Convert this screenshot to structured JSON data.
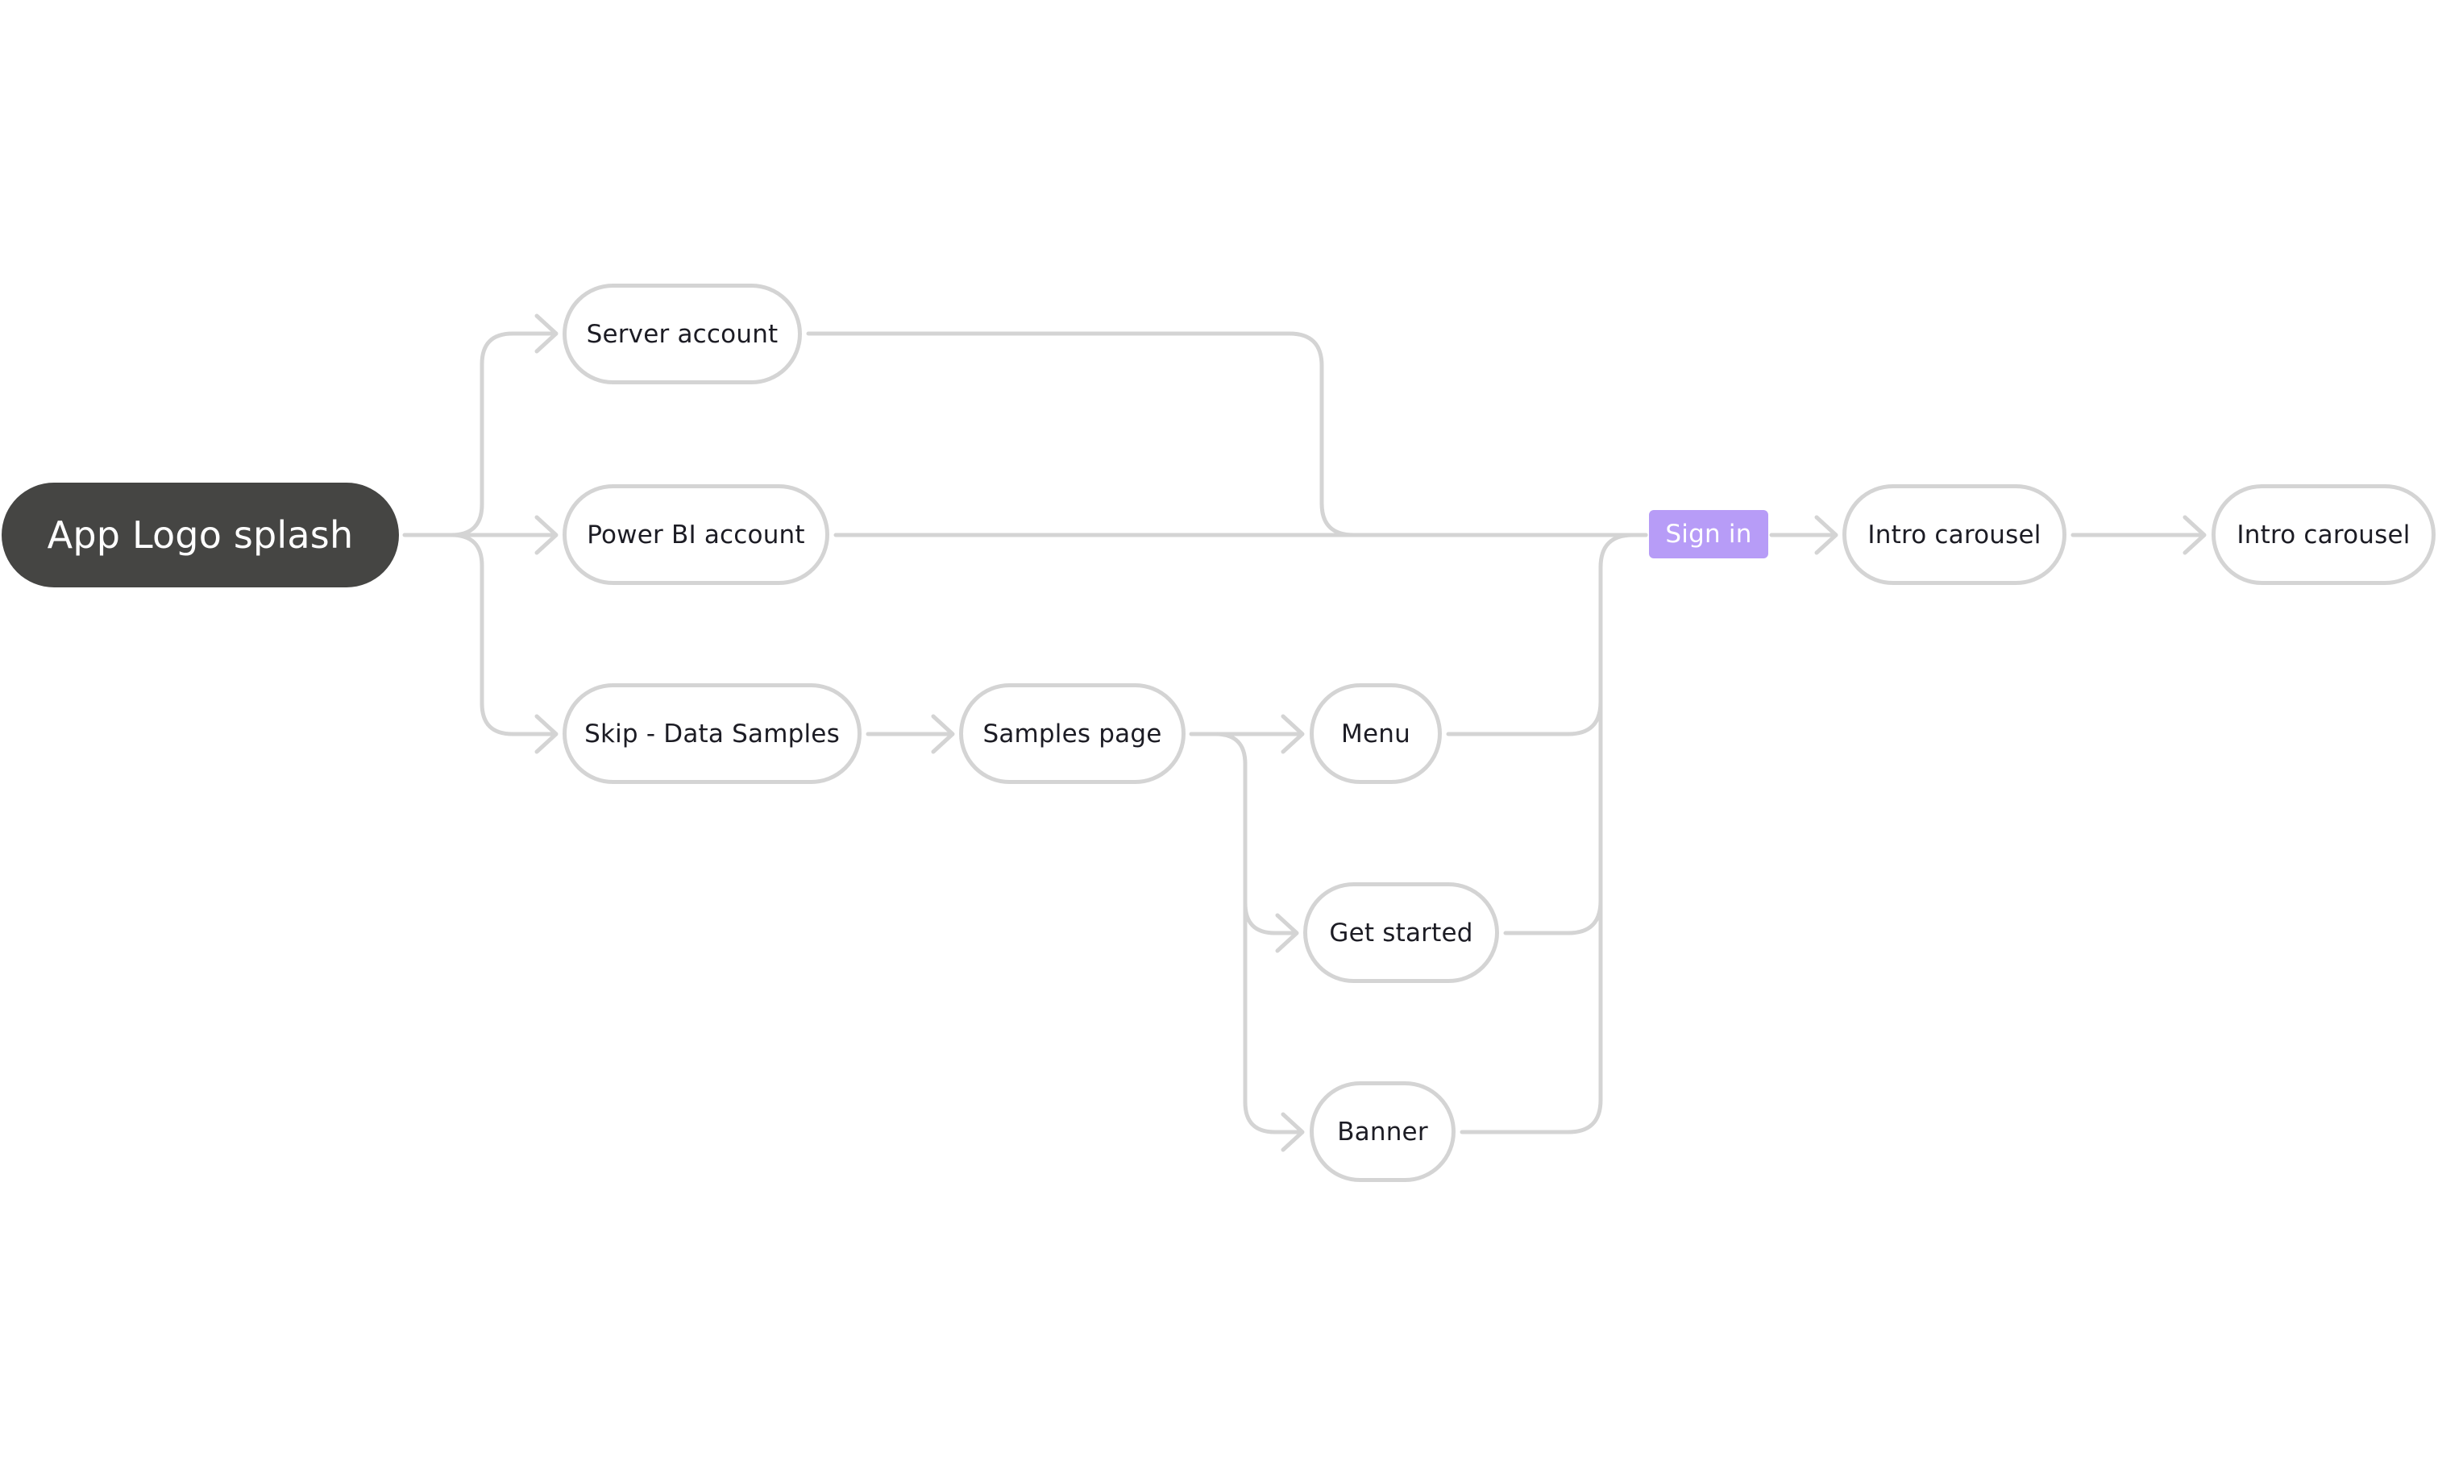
{
  "diagram": {
    "nodes": {
      "splash": "App Logo splash",
      "server_account": "Server account",
      "powerbi_account": "Power BI account",
      "skip_samples": "Skip - Data Samples",
      "samples_page": "Samples page",
      "menu": "Menu",
      "get_started": "Get started",
      "banner": "Banner",
      "sign_in": "Sign in",
      "intro_carousel_1": "Intro carousel",
      "intro_carousel_2": "Intro carousel"
    },
    "edges": [
      {
        "from": "splash",
        "to": "server_account"
      },
      {
        "from": "splash",
        "to": "powerbi_account"
      },
      {
        "from": "splash",
        "to": "skip_samples"
      },
      {
        "from": "server_account",
        "to": "sign_in"
      },
      {
        "from": "powerbi_account",
        "to": "sign_in"
      },
      {
        "from": "skip_samples",
        "to": "samples_page"
      },
      {
        "from": "samples_page",
        "to": "menu"
      },
      {
        "from": "samples_page",
        "to": "get_started"
      },
      {
        "from": "samples_page",
        "to": "banner"
      },
      {
        "from": "menu",
        "to": "sign_in"
      },
      {
        "from": "get_started",
        "to": "sign_in"
      },
      {
        "from": "banner",
        "to": "sign_in"
      },
      {
        "from": "sign_in",
        "to": "intro_carousel_1"
      },
      {
        "from": "intro_carousel_1",
        "to": "intro_carousel_2"
      }
    ],
    "colors": {
      "connector": "#d4d4d4",
      "node_border": "#d4d4d4",
      "root_fill": "#454543",
      "tag_fill": "#b79cf7",
      "text": "#1c1c24"
    }
  }
}
